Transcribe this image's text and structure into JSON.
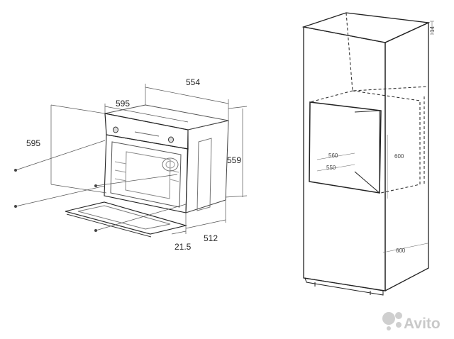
{
  "oven": {
    "dimensions": {
      "depth_top": "554",
      "width": "595",
      "height_left": "595",
      "height_right": "559",
      "door_gap": "21.5",
      "depth_bottom": "512"
    }
  },
  "cabinet": {
    "dimensions": {
      "top_gap": "14",
      "niche_depth_outer": "560",
      "niche_depth_inner": "550",
      "niche_height": "600",
      "cabinet_depth": "600"
    }
  },
  "watermark": {
    "text": "Avito",
    "icon": "avito-dots-icon"
  }
}
